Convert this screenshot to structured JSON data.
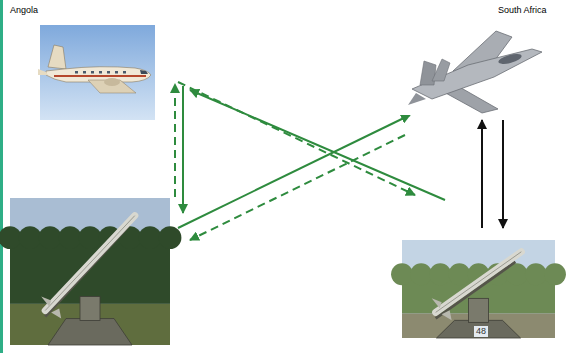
{
  "diagram": {
    "nodes": [
      {
        "text": [
          "Angola"
        ]
      },
      {
        "text": [
          "South Africa"
        ]
      },
      {
        "text": []
      },
      {
        "text": []
      }
    ],
    "edges": [
      {
        "from": 2,
        "to": 0,
        "arrow": "to"
      },
      {
        "from": 0,
        "to": 2,
        "arrow": "to"
      },
      {
        "from": 3,
        "to": 0,
        "arrow": "to"
      },
      {
        "from": 0,
        "to": 3,
        "arrow": "to"
      },
      {
        "from": 2,
        "to": 1,
        "arrow": "to"
      },
      {
        "from": 1,
        "to": 2,
        "arrow": "to"
      },
      {
        "from": 3,
        "to": 1,
        "arrow": "to"
      },
      {
        "from": 1,
        "to": 3,
        "arrow": "to"
      }
    ],
    "labels": [
      "48"
    ]
  }
}
